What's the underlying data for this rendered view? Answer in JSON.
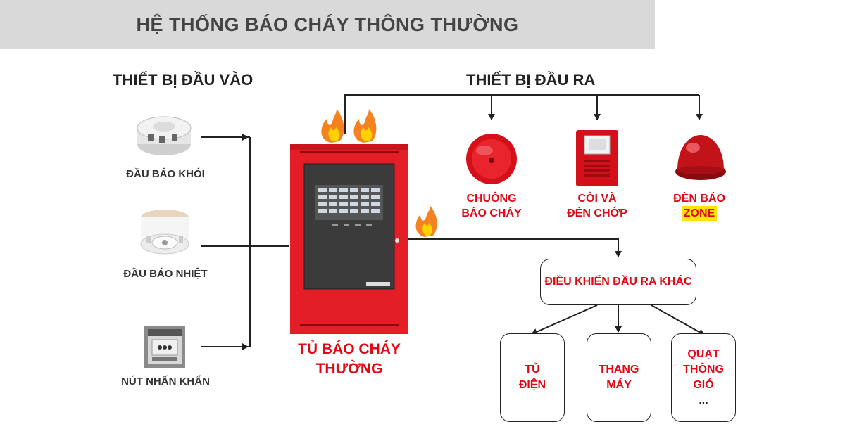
{
  "title": "HỆ THỐNG BÁO CHÁY THÔNG THƯỜNG",
  "inputs": {
    "heading": "THIẾT BỊ ĐẦU VÀO",
    "devices": [
      {
        "label": "ĐẦU BÁO KHÓI",
        "icon": "smoke-detector-icon"
      },
      {
        "label": "ĐẦU BÁO NHIỆT",
        "icon": "heat-detector-icon"
      },
      {
        "label": "NÚT NHẤN KHẨN",
        "icon": "manual-call-point-icon"
      }
    ]
  },
  "panel": {
    "line1": "TỦ BÁO CHÁY",
    "line2": "THƯỜNG",
    "icon": "fire-alarm-panel-icon"
  },
  "outputs": {
    "heading": "THIẾT BỊ ĐẦU RA",
    "devices": [
      {
        "line1": "CHUÔNG",
        "line2": "BÁO CHÁY",
        "icon": "fire-bell-icon"
      },
      {
        "line1": "CÒI VÀ",
        "line2": "ĐÈN CHỚP",
        "icon": "horn-strobe-icon"
      },
      {
        "line1": "ĐÈN BÁO",
        "line2": "ZONE",
        "icon": "zone-lamp-icon"
      }
    ]
  },
  "other_control": {
    "label": "ĐIỀU KHIỂN ĐẦU RA KHÁC",
    "children": [
      {
        "line1": "TỦ",
        "line2": "ĐIỆN"
      },
      {
        "line1": "THANG",
        "line2": "MÁY"
      },
      {
        "line1": "QUẠT",
        "line2": "THÔNG",
        "line3": "GIÓ",
        "line4": "..."
      }
    ]
  },
  "colors": {
    "accent": "#e30613",
    "title_bg": "#d9d9d9",
    "zone_highlight": "#ffe600"
  }
}
